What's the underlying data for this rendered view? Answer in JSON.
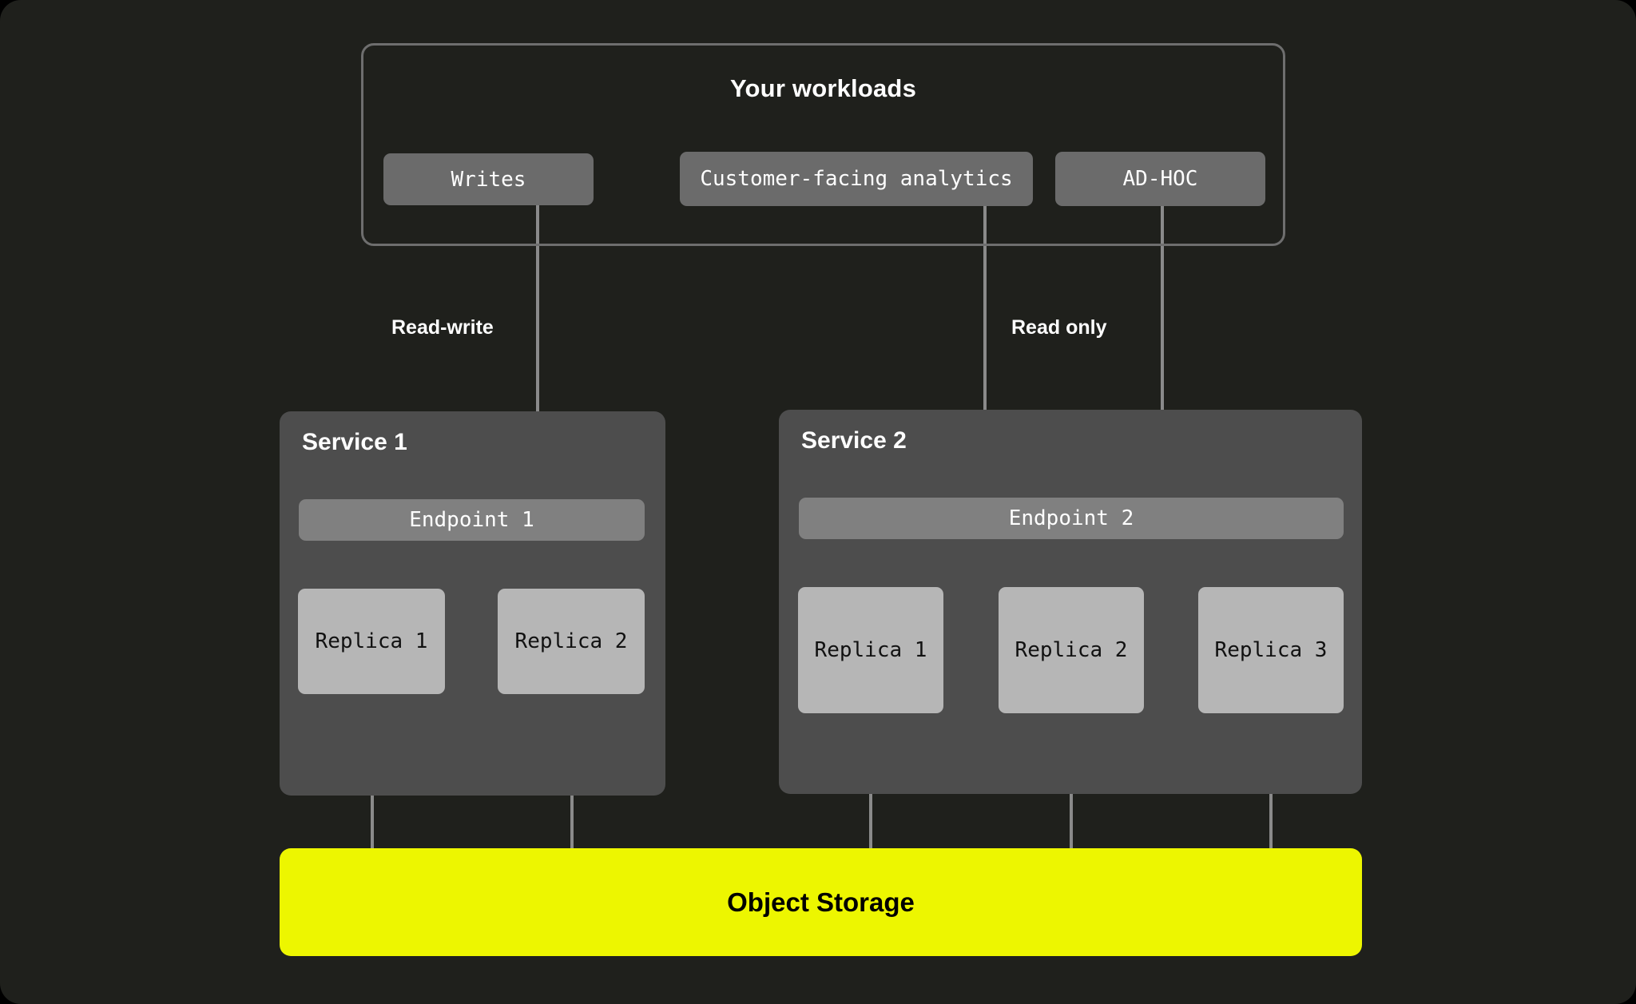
{
  "diagram": {
    "title_visible": false,
    "background_color": "#1f201c",
    "accent_color": "#edf600"
  },
  "workloads": {
    "title": "Your workloads",
    "boxes": [
      {
        "label": "Writes",
        "name": "workload-writes"
      },
      {
        "label": "Customer-facing analytics",
        "name": "workload-customer-facing-analytics"
      },
      {
        "label": "AD-HOC",
        "name": "workload-ad-hoc"
      }
    ]
  },
  "edge_labels": {
    "read_write": "Read-write",
    "read_only": "Read only"
  },
  "services": [
    {
      "title": "Service 1",
      "endpoint": "Endpoint 1",
      "replicas": [
        {
          "label": "Replica 1"
        },
        {
          "label": "Replica 2"
        }
      ]
    },
    {
      "title": "Service 2",
      "endpoint": "Endpoint 2",
      "replicas": [
        {
          "label": "Replica 1"
        },
        {
          "label": "Replica 2"
        },
        {
          "label": "Replica 3"
        }
      ]
    }
  ],
  "storage": {
    "label": "Object Storage",
    "color": "#edf600"
  },
  "colors": {
    "panel": "#4d4d4d",
    "endpoint": "#808080",
    "replica": "#b6b6b6",
    "workload_box": "#6b6b6b",
    "wire": "#8a8a8a",
    "frame_border": "#6e6e6e",
    "text_light": "#ffffff",
    "text_dark": "#000000"
  }
}
